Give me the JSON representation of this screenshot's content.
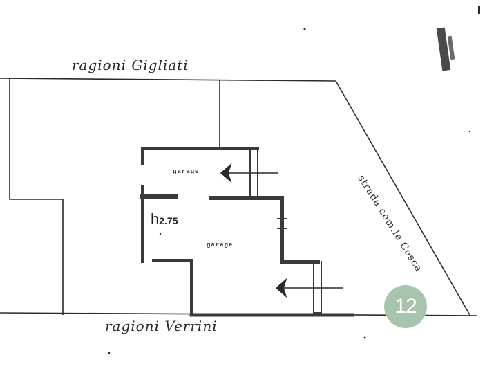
{
  "labels": {
    "north_boundary": "ragioni Gigliati",
    "south_boundary": "ragioni Verrini",
    "street": "strada com.le Cosca",
    "garage_upper": "garage",
    "garage_lower": "garage",
    "height_prefix": "h",
    "height_value": "2.75"
  },
  "badge": {
    "number": "12",
    "color": "#a8c3ae"
  },
  "colors": {
    "ink": "#2a2a2a",
    "wall": "#3a3a3a"
  }
}
